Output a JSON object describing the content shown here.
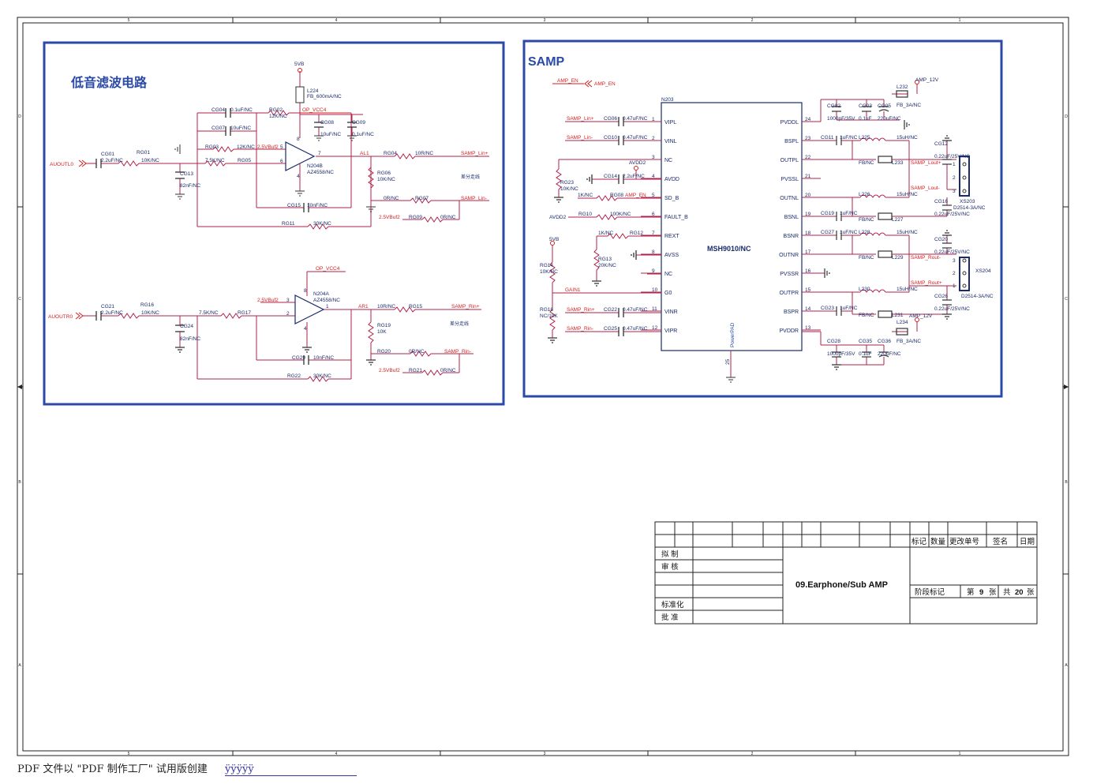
{
  "border": {
    "col_labels": [
      "5",
      "4",
      "3",
      "2",
      "1"
    ],
    "row_labels": [
      "D",
      "C",
      "B",
      "A"
    ]
  },
  "filter": {
    "title": "低音滤波电路",
    "top": {
      "supply": "5VB",
      "l224_ref": "L224",
      "l224_val": "FB_600mA/NC",
      "cg04_ref": "CG04",
      "cg04_val": "0.1uF/NC",
      "rg02_ref": "RG02",
      "rg02_val": "12K/NC",
      "op_vcc": "OP_VCC4",
      "cg07_ref": "CG07",
      "cg07_val": "10uF/NC",
      "cg08_ref": "CG08",
      "cg08_val": "10uF/NC",
      "cg09_ref": "CG09",
      "cg09_val": "0.1uF/NC",
      "rg03_ref": "RG03",
      "rg03_val": "12K/NC",
      "vbuf": "2.5VBuf2",
      "cg01_ref": "CG01",
      "cg01_val": "2.2uF/NC",
      "rg01_ref": "RG01",
      "rg01_val": "10K/NC",
      "in_net": "AUOUTL0",
      "r75_val": "7.5K/NC",
      "rg05_ref": "RG05",
      "cg13_ref": "CG13",
      "cg13_val": "82nF/NC",
      "opamp_ref": "N204B",
      "opamp_val": "AZ4558/NC",
      "pin5": "5",
      "pin6": "6",
      "pin7": "7",
      "pin8": "8",
      "pin4": "4",
      "al1": "AL1",
      "rg04_ref": "RG04",
      "rg04_val": "10R/NC",
      "out_plus": "SAMP_Lin+",
      "rg06_ref": "RG06",
      "rg06_val": "10K/NC",
      "diff_note": "差分走线",
      "rg07_val": "0R/NC",
      "rg07_ref": "RG07",
      "out_minus": "SAMP_Lin-",
      "vbuf2": "2.5VBuf2",
      "rg09_ref": "RG09",
      "rg09_val": "0R/NC",
      "cg15_ref": "CG15",
      "cg15_val": "10nF/NC",
      "rg11_ref": "RG11",
      "rg11_val": "30K/NC"
    },
    "bottom": {
      "op_vcc": "OP_VCC4",
      "opamp_ref": "N204A",
      "opamp_val": "AZ4558/NC",
      "vbuf": "2.5VBuf2",
      "pin3": "3",
      "pin2": "2",
      "pin1": "1",
      "pin8": "8",
      "pin4": "4",
      "in_net": "AUOUTR0",
      "cg21_ref": "CG21",
      "cg21_val": "2.2uF/NC",
      "rg16_ref": "RG16",
      "rg16_val": "10K/NC",
      "r75_val": "7.5K/NC",
      "rg17_ref": "RG17",
      "cg24_ref": "CG24",
      "cg24_val": "82nF/NC",
      "ar1": "AR1",
      "rg15_val": "10R/NC",
      "rg15_ref": "RG15",
      "out_plus": "SAMP_Rin+",
      "rg19_ref": "RG19",
      "rg19_val": "10K",
      "diff_note": "差分走线",
      "rg20_ref": "RG20",
      "rg20_val": "0R/NC",
      "out_minus": "SAMP_Rin-",
      "vbuf2": "2.5VBuf2",
      "rg21_ref": "RG21",
      "rg21_val": "0R/NC",
      "cg29_ref": "CG29",
      "cg29_val": "10nF/NC",
      "rg22_ref": "RG22",
      "rg22_val": "30K/NC"
    }
  },
  "samp": {
    "title": "SAMP",
    "amp_en_left": "AMP_EN",
    "amp_en_right": "AMP_EN",
    "chip_ref": "N203",
    "chip_name": "MSH9010/NC",
    "powerpad": "PowerPAD",
    "pin25": "25",
    "left_pins": [
      {
        "num": "1",
        "name": "VIPL"
      },
      {
        "num": "2",
        "name": "VINL"
      },
      {
        "num": "3",
        "name": "NC"
      },
      {
        "num": "4",
        "name": "AVDD"
      },
      {
        "num": "5",
        "name": "SD_B"
      },
      {
        "num": "6",
        "name": "FAULT_B"
      },
      {
        "num": "7",
        "name": "REXT"
      },
      {
        "num": "8",
        "name": "AVSS"
      },
      {
        "num": "9",
        "name": "NC"
      },
      {
        "num": "10",
        "name": "G0"
      },
      {
        "num": "11",
        "name": "VINR"
      },
      {
        "num": "12",
        "name": "VIPR"
      }
    ],
    "right_pins": [
      {
        "num": "24",
        "name": "PVDDL"
      },
      {
        "num": "23",
        "name": "BSPL"
      },
      {
        "num": "22",
        "name": "OUTPL"
      },
      {
        "num": "21",
        "name": "PVSSL"
      },
      {
        "num": "20",
        "name": "OUTNL"
      },
      {
        "num": "19",
        "name": "BSNL"
      },
      {
        "num": "18",
        "name": "BSNR"
      },
      {
        "num": "17",
        "name": "OUTNR"
      },
      {
        "num": "16",
        "name": "PVSSR"
      },
      {
        "num": "15",
        "name": "OUTPR"
      },
      {
        "num": "14",
        "name": "BSPR"
      },
      {
        "num": "13",
        "name": "PVDDR"
      }
    ],
    "left_nets": {
      "lin_p": "SAMP_Lin+",
      "cg06_ref": "CG06",
      "cg06_val": "0.47uF/NC",
      "lin_m": "SAMP_Lin-",
      "cg10_ref": "CG10",
      "cg10_val": "0.47uF/NC",
      "avdd2_top": "AVDD2",
      "rg23_ref": "RG23",
      "rg23_val": "10K/NC",
      "cg14_ref": "CG14",
      "cg14_val": "2.2uF/NC",
      "rg08_val": "1K/NC",
      "rg08_ref": "RG08",
      "amp_en": "AMP_EN",
      "avdd2": "AVDD2",
      "rg10_ref": "RG10",
      "rg10_val": "100K/NC",
      "rg12_val": "1K/NC",
      "rg12_ref": "RG12",
      "v5vb": "5VB",
      "rg13_ref": "RG13",
      "rg13_val": "20K/NC",
      "rg14_ref": "RG14",
      "rg14_val": "10K/NC",
      "gain1": "GAIN1",
      "rg18_ref": "RG18",
      "rg18_val": "NC/10K",
      "rin_p": "SAMP_Rin+",
      "cg22_ref": "CG22",
      "cg22_val": "0.47uF/NC",
      "rin_m": "SAMP_Rin-",
      "cg25_ref": "CG25",
      "cg25_val": "0.47uF/NC"
    },
    "right_nets": {
      "amp12_top": "AMP_12V",
      "l232_ref": "L232",
      "l232_val": "FB_3A/NC",
      "cg02_ref": "CG02",
      "cg02_val": "1000pF/35V",
      "cg03_ref": "CG03",
      "cg03_val": "0.1uF",
      "cg05_ref": "CG05",
      "cg05_val": "220uF/NC",
      "cg11_ref": "CG11",
      "cg11_val": "1uF/NC",
      "l225_ref": "L225",
      "l225_val": "15uH/NC",
      "fb_l233": "FB/NC",
      "l233_ref": "L233",
      "lout_p": "SAMP_Lout+",
      "cg12_ref": "CG12",
      "cg12_val": "0.22uF/25V/NC",
      "lout_m": "SAMP_Lout-",
      "l226_ref": "L226",
      "l226_val": "15uH/NC",
      "xs203_ref": "XS203",
      "xs203_val": "D2514-3A/NC",
      "cg16_ref": "CG16",
      "cg16_val": "0.22uF/25V/NC",
      "cg19_ref": "CG19",
      "cg19_val": "1uF/NC",
      "fb_l227": "FB/NC",
      "l227_ref": "L227",
      "cg27_ref": "CG27",
      "cg27_val": "1uF/NC",
      "l228_ref": "L228",
      "l228_val": "15uH/NC",
      "cg20_ref": "CG20",
      "cg20_val": "0.22uF/25V/NC",
      "fb_l229": "FB/NC",
      "l229_ref": "L229",
      "rout_m": "SAMP_Rout-",
      "xs204_ref": "XS204",
      "rout_p": "SAMP_Rout+",
      "l230_ref": "L230",
      "l230_val": "15uH/NC",
      "cg26_ref": "CG26",
      "xs204_val": "D2514-3A/NC",
      "cg26_val": "0.22uF/25V/NC",
      "cg23_ref": "CG23",
      "cg23_val": "1uF/NC",
      "fb_l231": "FB/NC",
      "l231_ref": "L231",
      "amp12_bot": "AMP_12V",
      "l234_ref": "L234",
      "l234_val": "FB_3A/NC",
      "cg28_ref": "CG28",
      "cg28_val": "1000pF/35V",
      "cg35_ref": "CG35",
      "cg35_val": "0.1uF",
      "cg36_ref": "CG36",
      "cg36_val": "220uF/NC",
      "conn_pins": [
        "1",
        "2",
        "3"
      ]
    }
  },
  "title_block": {
    "header": [
      "标记",
      "数量",
      "更改单号",
      "签名",
      "日期"
    ],
    "left_labels": [
      "拟  制",
      "审  核",
      "",
      "标准化",
      "批  准"
    ],
    "sheet_title": "09.Earphone/Sub AMP",
    "stage": "阶段标记",
    "sheet_no_prefix": "第",
    "sheet_no": "9",
    "sheet_no_suffix": "张",
    "total_prefix": "共",
    "total": "20",
    "total_suffix": "张"
  },
  "footer": {
    "text": "PDF 文件以 \"PDF 制作工厂\" 试用版创建",
    "link": "ÿÿÿÿÿ"
  },
  "colors": {
    "frame_blue": "#2b4aa8",
    "wire_red": "#b0204a",
    "net_red": "#d22020",
    "text_dark": "#1a2a6a"
  }
}
